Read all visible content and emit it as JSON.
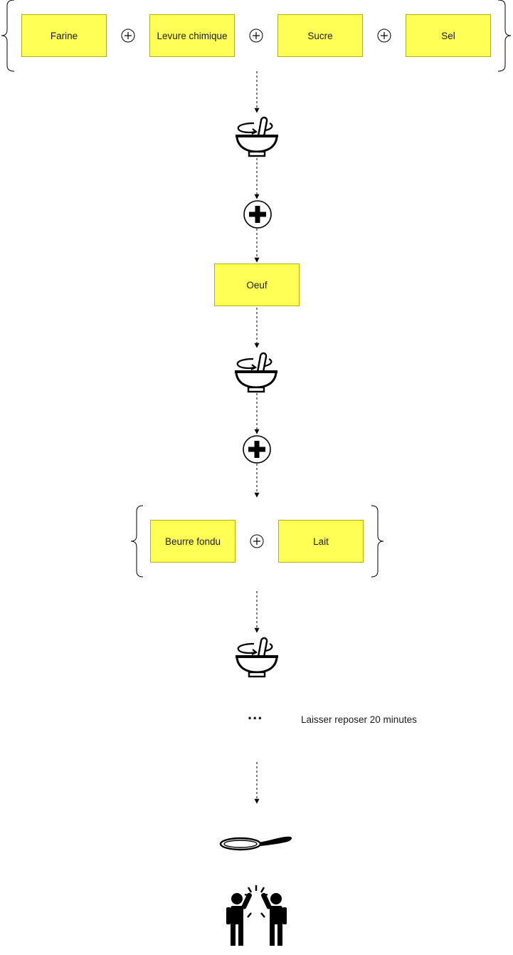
{
  "ingredients_row1": [
    "Farine",
    "Levure chimique",
    "Sucre",
    "Sel"
  ],
  "ingredient_egg": "Oeuf",
  "ingredients_row2": [
    "Beurre fondu",
    "Lait"
  ],
  "rest_ellipsis": "...",
  "rest_note": "Laisser reposer 20 minutes",
  "icons": {
    "mix": "mixing-bowl-icon",
    "add": "plus-circle-icon",
    "small_add": "small-plus-circle-icon",
    "rest": "ellipsis-icon",
    "cook": "frying-pan-icon",
    "celebrate": "high-five-icon",
    "group": "curly-brace-icon"
  },
  "colors": {
    "box_fill": "#ffff55",
    "box_border": "#b3b300",
    "stroke": "#000000"
  }
}
